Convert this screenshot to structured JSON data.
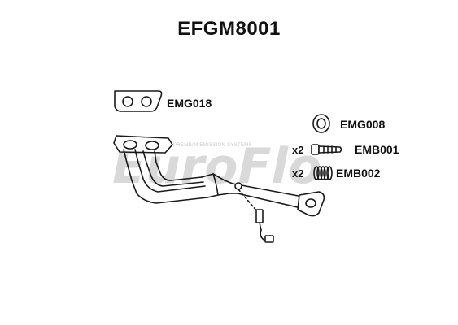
{
  "title": "EFGM8001",
  "watermark": {
    "logo": "EuroFlo",
    "tagline": "PREMIUM EMISSION SYSTEMS"
  },
  "parts": [
    {
      "code": "EMG018",
      "qty": "",
      "icon": "flange-gasket-icon"
    },
    {
      "code": "EMG008",
      "qty": "",
      "icon": "ring-gasket-icon"
    },
    {
      "code": "EMB001",
      "qty": "x2",
      "icon": "bolt-icon"
    },
    {
      "code": "EMB002",
      "qty": "x2",
      "icon": "spring-icon"
    }
  ],
  "colors": {
    "line": "#1a1a1a",
    "watermark": "#d9d9d9"
  }
}
